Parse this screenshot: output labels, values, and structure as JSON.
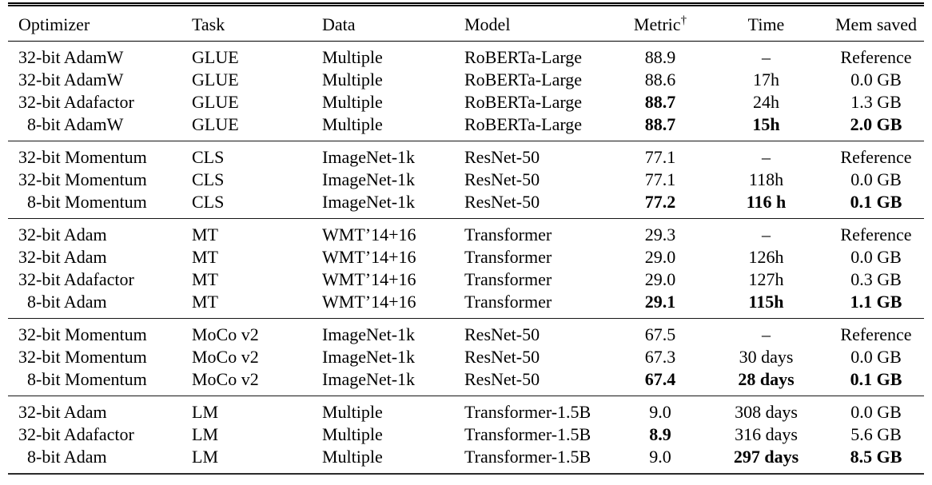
{
  "page": {
    "background": "#ffffff",
    "text_color": "#000000",
    "rule_color": "#000000"
  },
  "table": {
    "columns": [
      {
        "key": "optimizer",
        "label": "Optimizer",
        "align": "left"
      },
      {
        "key": "task",
        "label": "Task",
        "align": "left"
      },
      {
        "key": "data",
        "label": "Data",
        "align": "left"
      },
      {
        "key": "model",
        "label": "Model",
        "align": "left"
      },
      {
        "key": "metric",
        "label": "Metric",
        "superscript": "†",
        "align": "center"
      },
      {
        "key": "time",
        "label": "Time",
        "align": "center"
      },
      {
        "key": "mem",
        "label": "Mem saved",
        "align": "center"
      }
    ],
    "sections": [
      {
        "id": "glue",
        "rows": [
          {
            "optimizer": "32-bit AdamW",
            "task": "GLUE",
            "data": "Multiple",
            "model": "RoBERTa-Large",
            "metric": "88.9",
            "time": "–",
            "mem": "Reference",
            "bold": []
          },
          {
            "optimizer": "32-bit AdamW",
            "task": "GLUE",
            "data": "Multiple",
            "model": "RoBERTa-Large",
            "metric": "88.6",
            "time": "17h",
            "mem": "0.0 GB",
            "bold": []
          },
          {
            "optimizer": "32-bit Adafactor",
            "task": "GLUE",
            "data": "Multiple",
            "model": "RoBERTa-Large",
            "metric": "88.7",
            "time": "24h",
            "mem": "1.3 GB",
            "bold": [
              "metric"
            ]
          },
          {
            "optimizer": "8-bit AdamW",
            "task": "GLUE",
            "data": "Multiple",
            "model": "RoBERTa-Large",
            "metric": "88.7",
            "time": "15h",
            "mem": "2.0 GB",
            "bold": [
              "metric",
              "time",
              "mem"
            ]
          }
        ]
      },
      {
        "id": "cls",
        "rows": [
          {
            "optimizer": "32-bit Momentum",
            "task": "CLS",
            "data": "ImageNet-1k",
            "model": "ResNet-50",
            "metric": "77.1",
            "time": "–",
            "mem": "Reference",
            "bold": []
          },
          {
            "optimizer": "32-bit Momentum",
            "task": "CLS",
            "data": "ImageNet-1k",
            "model": "ResNet-50",
            "metric": "77.1",
            "time": "118h",
            "mem": "0.0 GB",
            "bold": []
          },
          {
            "optimizer": "8-bit Momentum",
            "task": "CLS",
            "data": "ImageNet-1k",
            "model": "ResNet-50",
            "metric": "77.2",
            "time": "116 h",
            "mem": "0.1 GB",
            "bold": [
              "metric",
              "time",
              "mem"
            ]
          }
        ]
      },
      {
        "id": "mt",
        "rows": [
          {
            "optimizer": "32-bit Adam",
            "task": "MT",
            "data": "WMT’14+16",
            "model": "Transformer",
            "metric": "29.3",
            "time": "–",
            "mem": "Reference",
            "bold": []
          },
          {
            "optimizer": "32-bit Adam",
            "task": "MT",
            "data": "WMT’14+16",
            "model": "Transformer",
            "metric": "29.0",
            "time": "126h",
            "mem": "0.0 GB",
            "bold": []
          },
          {
            "optimizer": "32-bit Adafactor",
            "task": "MT",
            "data": "WMT’14+16",
            "model": "Transformer",
            "metric": "29.0",
            "time": "127h",
            "mem": "0.3 GB",
            "bold": []
          },
          {
            "optimizer": "8-bit Adam",
            "task": "MT",
            "data": "WMT’14+16",
            "model": "Transformer",
            "metric": "29.1",
            "time": "115h",
            "mem": "1.1 GB",
            "bold": [
              "metric",
              "time",
              "mem"
            ]
          }
        ]
      },
      {
        "id": "moco",
        "rows": [
          {
            "optimizer": "32-bit Momentum",
            "task": "MoCo v2",
            "data": "ImageNet-1k",
            "model": "ResNet-50",
            "metric": "67.5",
            "time": "–",
            "mem": "Reference",
            "bold": []
          },
          {
            "optimizer": "32-bit Momentum",
            "task": "MoCo v2",
            "data": "ImageNet-1k",
            "model": "ResNet-50",
            "metric": "67.3",
            "time": "30 days",
            "mem": "0.0 GB",
            "bold": []
          },
          {
            "optimizer": "8-bit Momentum",
            "task": "MoCo v2",
            "data": "ImageNet-1k",
            "model": "ResNet-50",
            "metric": "67.4",
            "time": "28 days",
            "mem": "0.1 GB",
            "bold": [
              "metric",
              "time",
              "mem"
            ]
          }
        ]
      },
      {
        "id": "lm",
        "rows": [
          {
            "optimizer": "32-bit Adam",
            "task": "LM",
            "data": "Multiple",
            "model": "Transformer-1.5B",
            "metric": "9.0",
            "time": "308 days",
            "mem": "0.0 GB",
            "bold": []
          },
          {
            "optimizer": "32-bit Adafactor",
            "task": "LM",
            "data": "Multiple",
            "model": "Transformer-1.5B",
            "metric": "8.9",
            "time": "316 days",
            "mem": "5.6 GB",
            "bold": [
              "metric"
            ]
          },
          {
            "optimizer": "8-bit Adam",
            "task": "LM",
            "data": "Multiple",
            "model": "Transformer-1.5B",
            "metric": "9.0",
            "time": "297 days",
            "mem": "8.5 GB",
            "bold": [
              "time",
              "mem"
            ]
          }
        ]
      }
    ]
  }
}
